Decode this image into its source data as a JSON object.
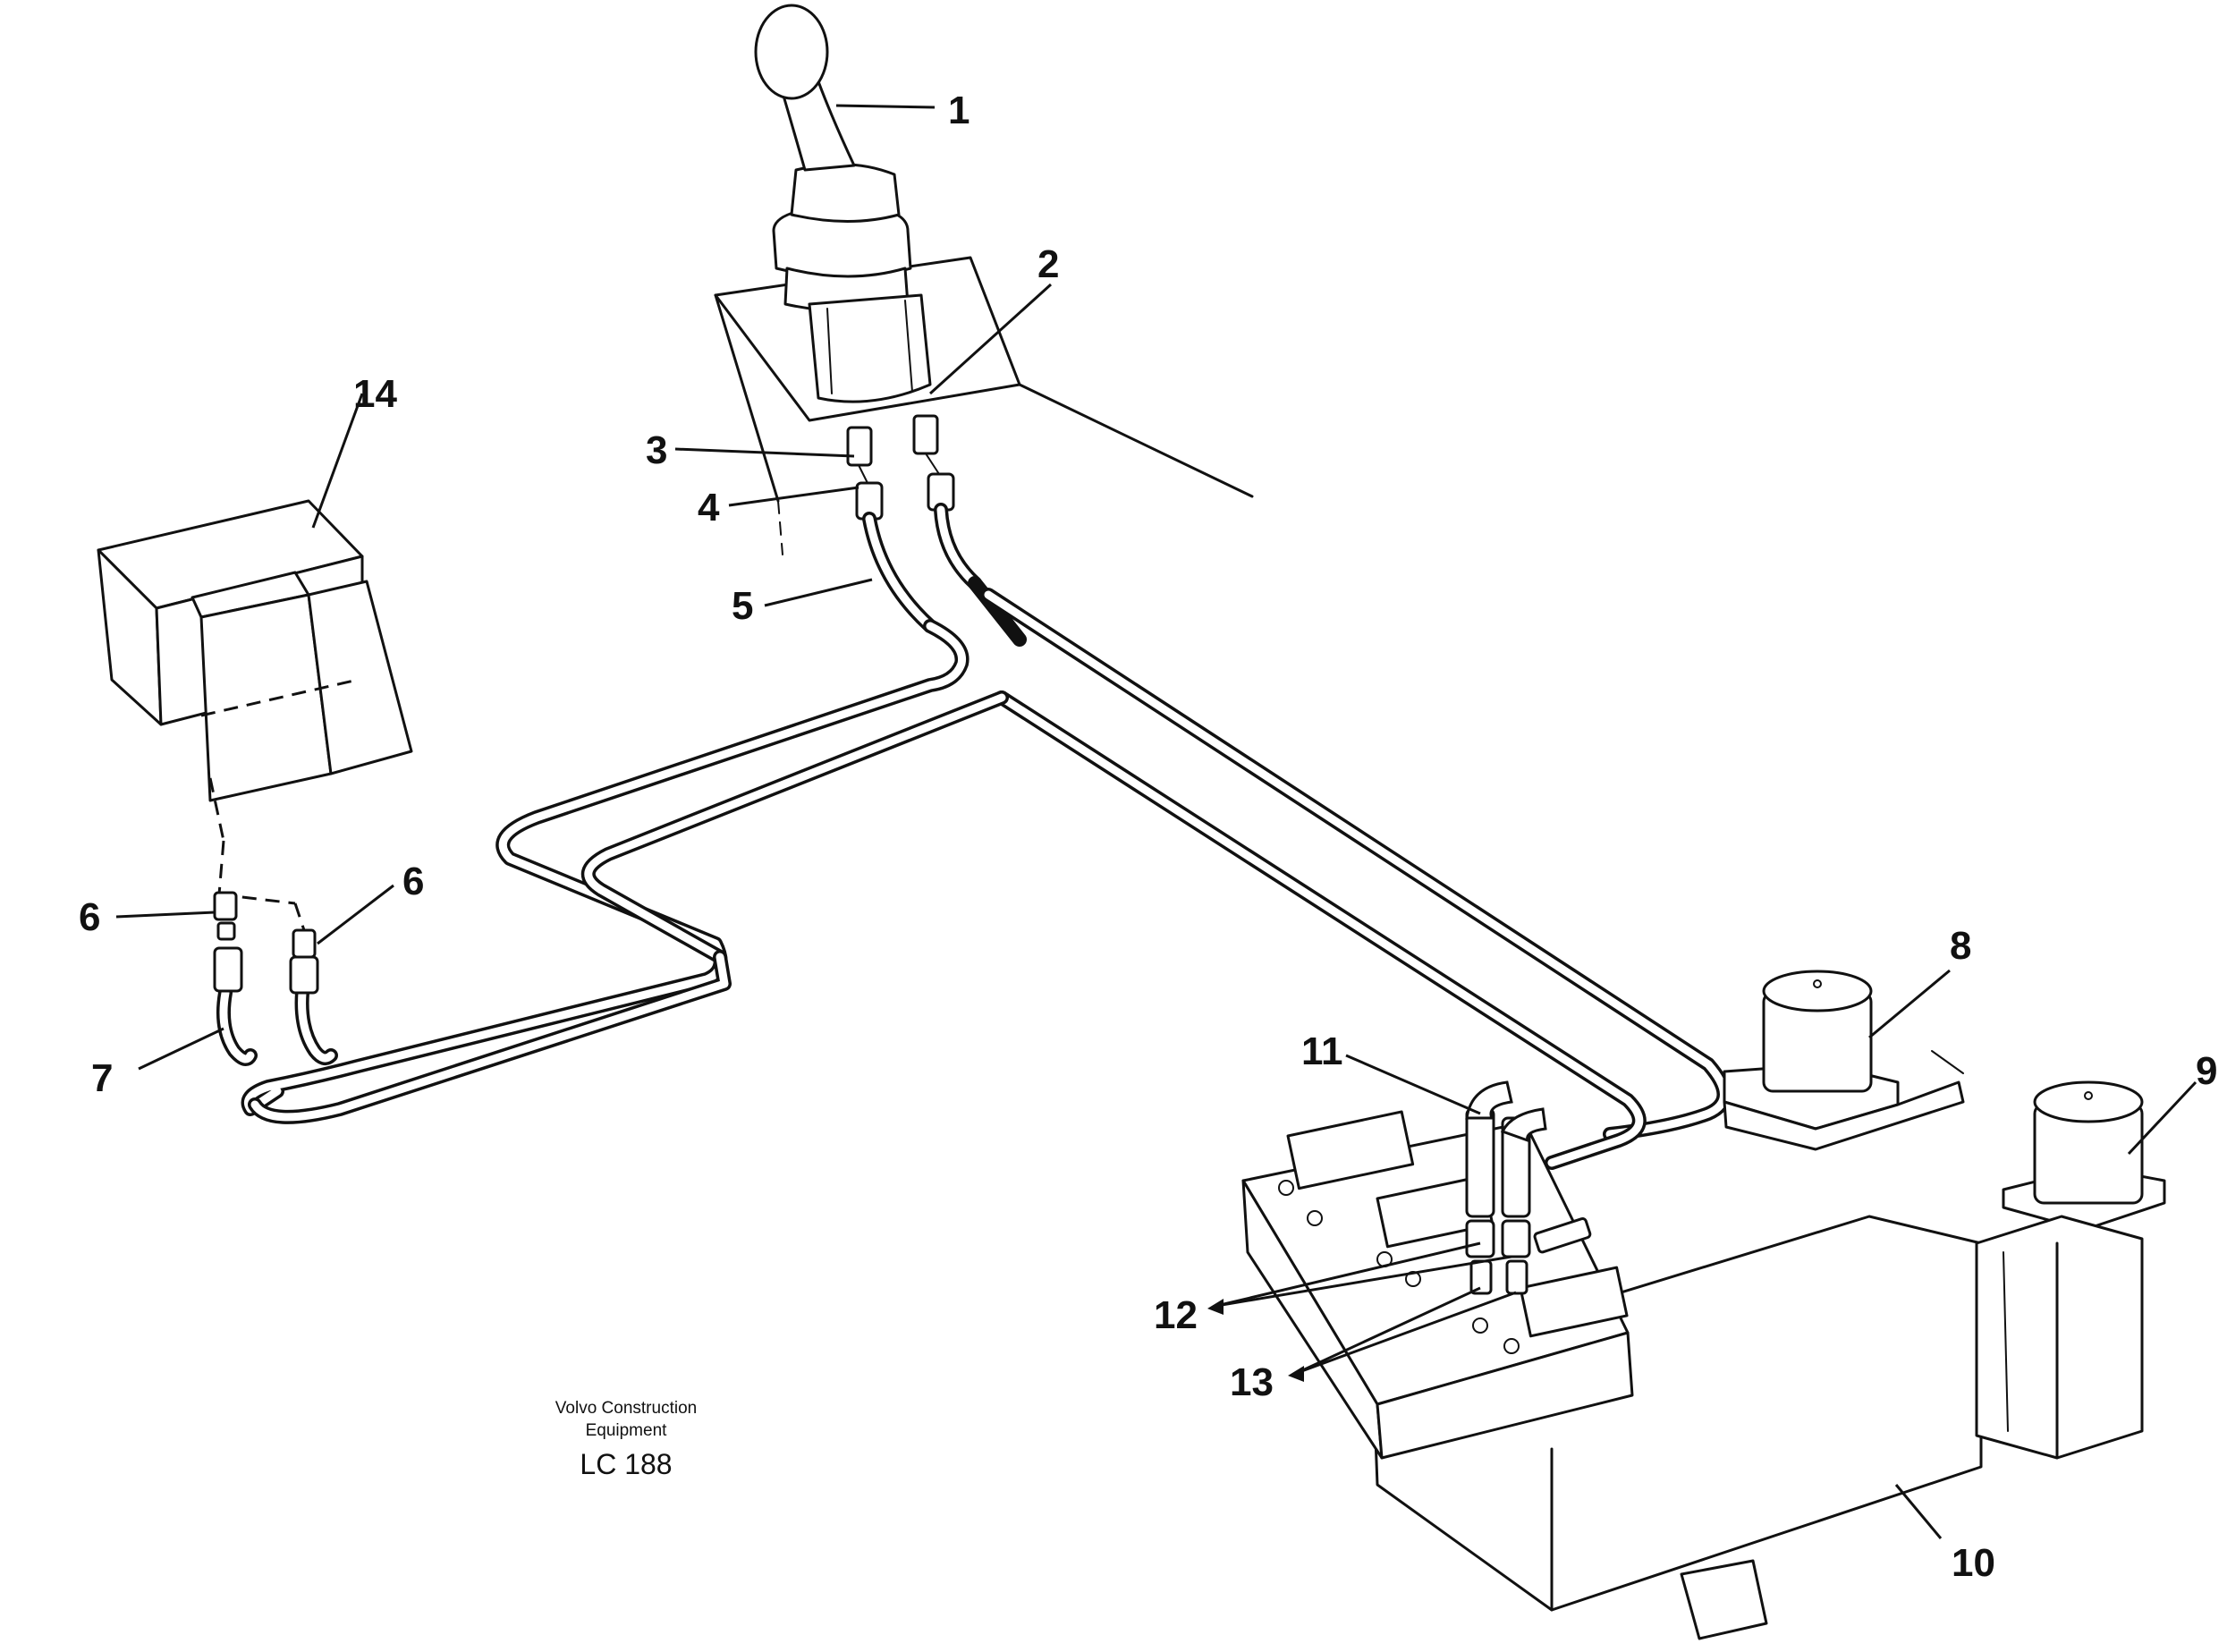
{
  "manufacturer": {
    "line1": "Volvo Construction",
    "line2": "Equipment"
  },
  "drawing_code": "LC 188",
  "callouts": {
    "c1": "1",
    "c2": "2",
    "c3": "3",
    "c4": "4",
    "c5": "5",
    "c6a": "6",
    "c6b": "6",
    "c7": "7",
    "c8": "8",
    "c9": "9",
    "c10": "10",
    "c11": "11",
    "c12": "12",
    "c13": "13",
    "c14": "14"
  }
}
